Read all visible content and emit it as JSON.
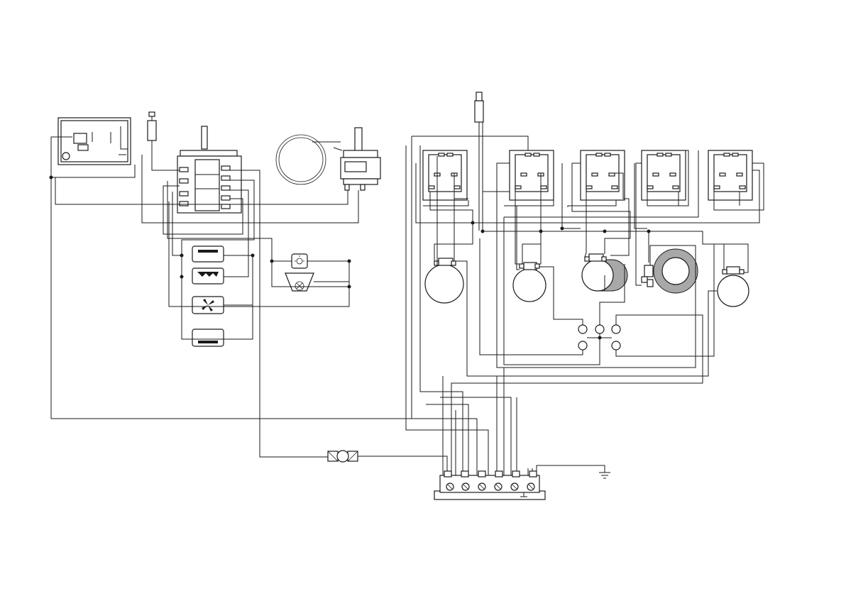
{
  "diagram": {
    "type": "wiring-schematic",
    "colors": {
      "line": "#1a1a1a",
      "fill": "#ffffff",
      "shade": "#a8a8a8"
    },
    "left_section": {
      "components": [
        {
          "name": "control-board",
          "icon": "circuit-board-icon"
        },
        {
          "name": "thermal-cutout",
          "icon": "fuse-icon"
        },
        {
          "name": "rotary-function-selector",
          "icon": "rotary-switch-icon"
        },
        {
          "name": "oven-thermostat-with-capillary",
          "icon": "thermostat-icon"
        },
        {
          "name": "top-heating-element",
          "icon": "heater-bar-icon"
        },
        {
          "name": "grill-heating-element",
          "icon": "grill-zigzag-icon"
        },
        {
          "name": "fan-motor",
          "icon": "fan-icon"
        },
        {
          "name": "bottom-heating-element",
          "icon": "heater-bar-icon"
        },
        {
          "name": "oven-lamp",
          "icon": "lamp-icon"
        },
        {
          "name": "fan-heater",
          "icon": "fan-heater-icon"
        }
      ]
    },
    "right_section": {
      "components": [
        {
          "name": "energy-regulator",
          "count": 5,
          "icon": "regulator-icon"
        },
        {
          "name": "hob-zone",
          "count": 5,
          "icon": "hob-ring-icon"
        },
        {
          "name": "warning-lamp",
          "count": 5,
          "icon": "indicator-lamp-icon"
        },
        {
          "name": "spark-ignition",
          "icon": "spark-plug-icon"
        }
      ]
    },
    "bottom": {
      "components": [
        {
          "name": "inline-connector",
          "icon": "connector-icon"
        },
        {
          "name": "terminal-block",
          "terminals": 6,
          "icon": "terminal-block-icon"
        },
        {
          "name": "earth",
          "icon": "ground-icon"
        }
      ]
    }
  }
}
